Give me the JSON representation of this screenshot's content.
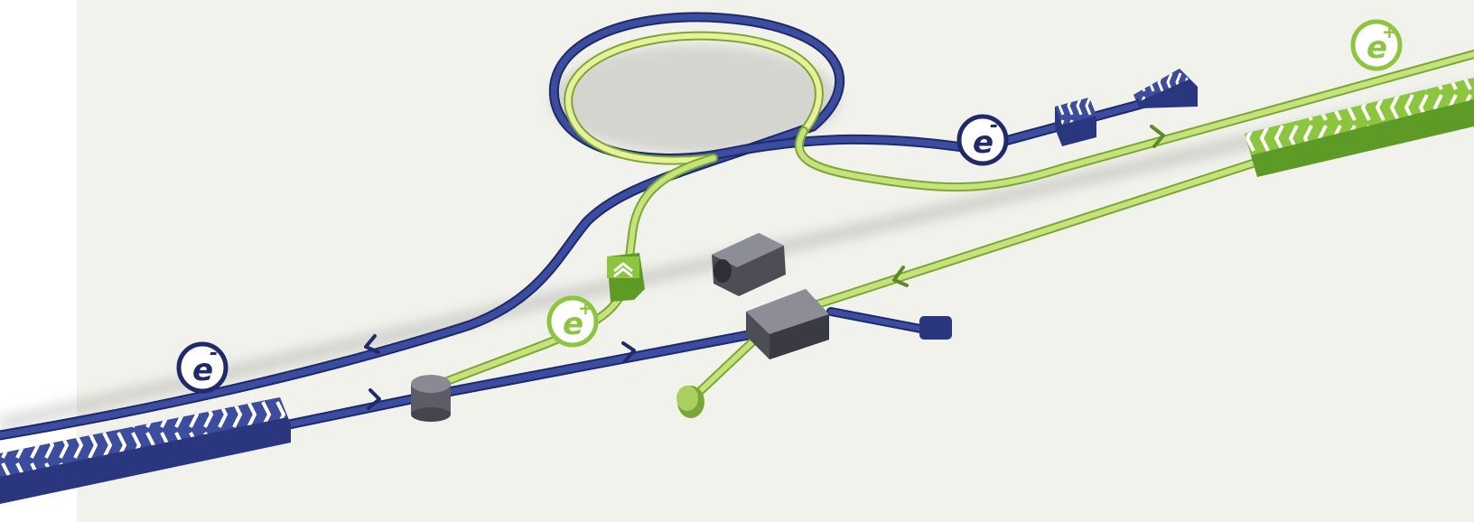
{
  "diagram": {
    "colors": {
      "background": "#f2f2ec",
      "electron": "#3c4c9e",
      "electron_dark": "#1f2a6b",
      "positron": "#c6e27a",
      "positron_dark": "#7aa836",
      "positron_accent": "#8cc63f",
      "target": "#6f6f78",
      "target_dark": "#3e3e46"
    },
    "labels": {
      "electron_main": {
        "base": "e",
        "sup": "-"
      },
      "electron_right": {
        "base": "e",
        "sup": "-"
      },
      "positron_mid": {
        "base": "e",
        "sup": "+"
      },
      "positron_topright": {
        "base": "e",
        "sup": "+"
      }
    }
  }
}
